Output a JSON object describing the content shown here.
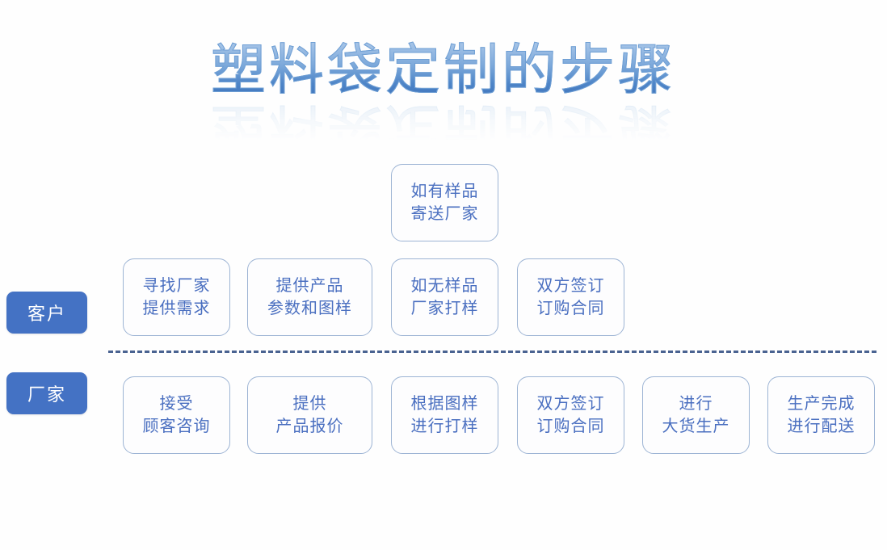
{
  "slide": {
    "title": "塑料袋定制的步骤",
    "background_color": "#fefefe",
    "accent_color": "#4472c4",
    "box_text_color": "#4a6fc0",
    "box_border_color": "#9db4d4",
    "divider_color": "#4a6391"
  },
  "roles": [
    {
      "id": "customer",
      "label": "客户"
    },
    {
      "id": "factory",
      "label": "厂家"
    }
  ],
  "top_box": {
    "line1": "如有样品",
    "line2": "寄送厂家"
  },
  "customer_row": [
    {
      "line1": "寻找厂家",
      "line2": "提供需求"
    },
    {
      "line1": "提供产品",
      "line2": "参数和图样"
    },
    {
      "line1": "如无样品",
      "line2": "厂家打样"
    },
    {
      "line1": "双方签订",
      "line2": "订购合同"
    }
  ],
  "factory_row": [
    {
      "line1": "接受",
      "line2": "顾客咨询"
    },
    {
      "line1": "提供",
      "line2": "产品报价"
    },
    {
      "line1": "根据图样",
      "line2": "进行打样"
    },
    {
      "line1": "双方签订",
      "line2": "订购合同"
    },
    {
      "line1": "进行",
      "line2": "大货生产"
    },
    {
      "line1": "生产完成",
      "line2": "进行配送"
    }
  ]
}
